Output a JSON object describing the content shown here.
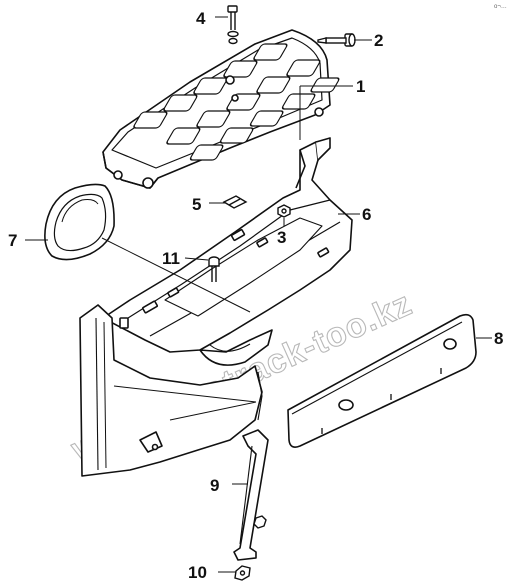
{
  "diagram": {
    "watermark": "www.sinotrack-too.kz",
    "corner_mark": "o¬…",
    "callouts": [
      {
        "id": "1",
        "label": "1",
        "part": "step-grid"
      },
      {
        "id": "2",
        "label": "2",
        "part": "side-bolt"
      },
      {
        "id": "3",
        "label": "3",
        "part": "nut"
      },
      {
        "id": "4",
        "label": "4",
        "part": "top-bolt"
      },
      {
        "id": "5",
        "label": "5",
        "part": "clip"
      },
      {
        "id": "6",
        "label": "6",
        "part": "step-housing"
      },
      {
        "id": "7",
        "label": "7",
        "part": "end-cap"
      },
      {
        "id": "8",
        "label": "8",
        "part": "trim-panel"
      },
      {
        "id": "9",
        "label": "9",
        "part": "bracket"
      },
      {
        "id": "10",
        "label": "10",
        "part": "bracket-nut"
      },
      {
        "id": "11",
        "label": "11",
        "part": "screw"
      }
    ]
  }
}
